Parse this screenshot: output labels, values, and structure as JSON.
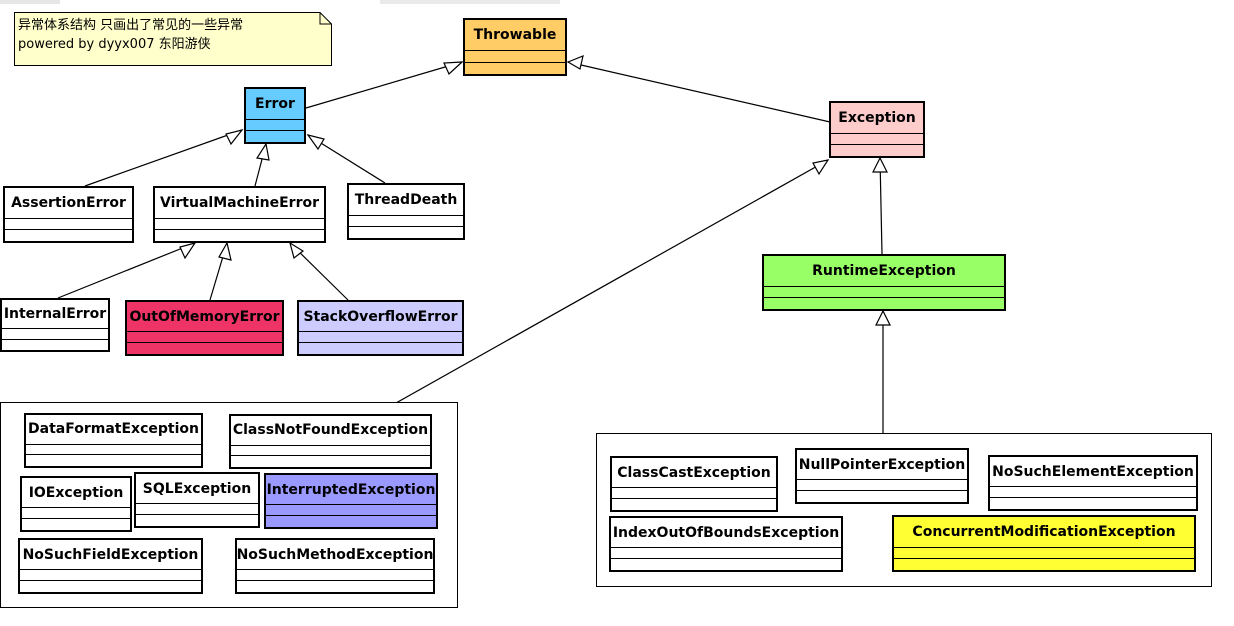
{
  "note": {
    "line1": "异常体系结构 只画出了常见的一些异常",
    "line2": "powered by dyyx007 东阳游侠"
  },
  "colors": {
    "throwable": "#ffcc66",
    "error": "#66ccff",
    "exception": "#ffcccc",
    "runtime": "#99ff66",
    "outOfMemory": "#ee3366",
    "stackOverflow": "#ccccff",
    "interrupted": "#9999ff",
    "concurrent": "#ffff33",
    "note": "#ffffcc",
    "default": "#ffffff"
  },
  "classes": {
    "throwable": "Throwable",
    "error": "Error",
    "exception": "Exception",
    "assertionError": "AssertionError",
    "virtualMachineError": "VirtualMachineError",
    "threadDeath": "ThreadDeath",
    "internalError": "InternalError",
    "outOfMemoryError": "OutOfMemoryError",
    "stackOverflowError": "StackOverflowError",
    "runtimeException": "RuntimeException",
    "dataFormatException": "DataFormatException",
    "classNotFoundException": "ClassNotFoundException",
    "ioException": "IOException",
    "sqlException": "SQLException",
    "interruptedException": "InterruptedException",
    "noSuchFieldException": "NoSuchFieldException",
    "noSuchMethodException": "NoSuchMethodException",
    "classCastException": "ClassCastException",
    "nullPointerException": "NullPointerException",
    "noSuchElementException": "NoSuchElementException",
    "indexOutOfBoundsException": "IndexOutOfBoundsException",
    "concurrentModificationException": "ConcurrentModificationException"
  }
}
